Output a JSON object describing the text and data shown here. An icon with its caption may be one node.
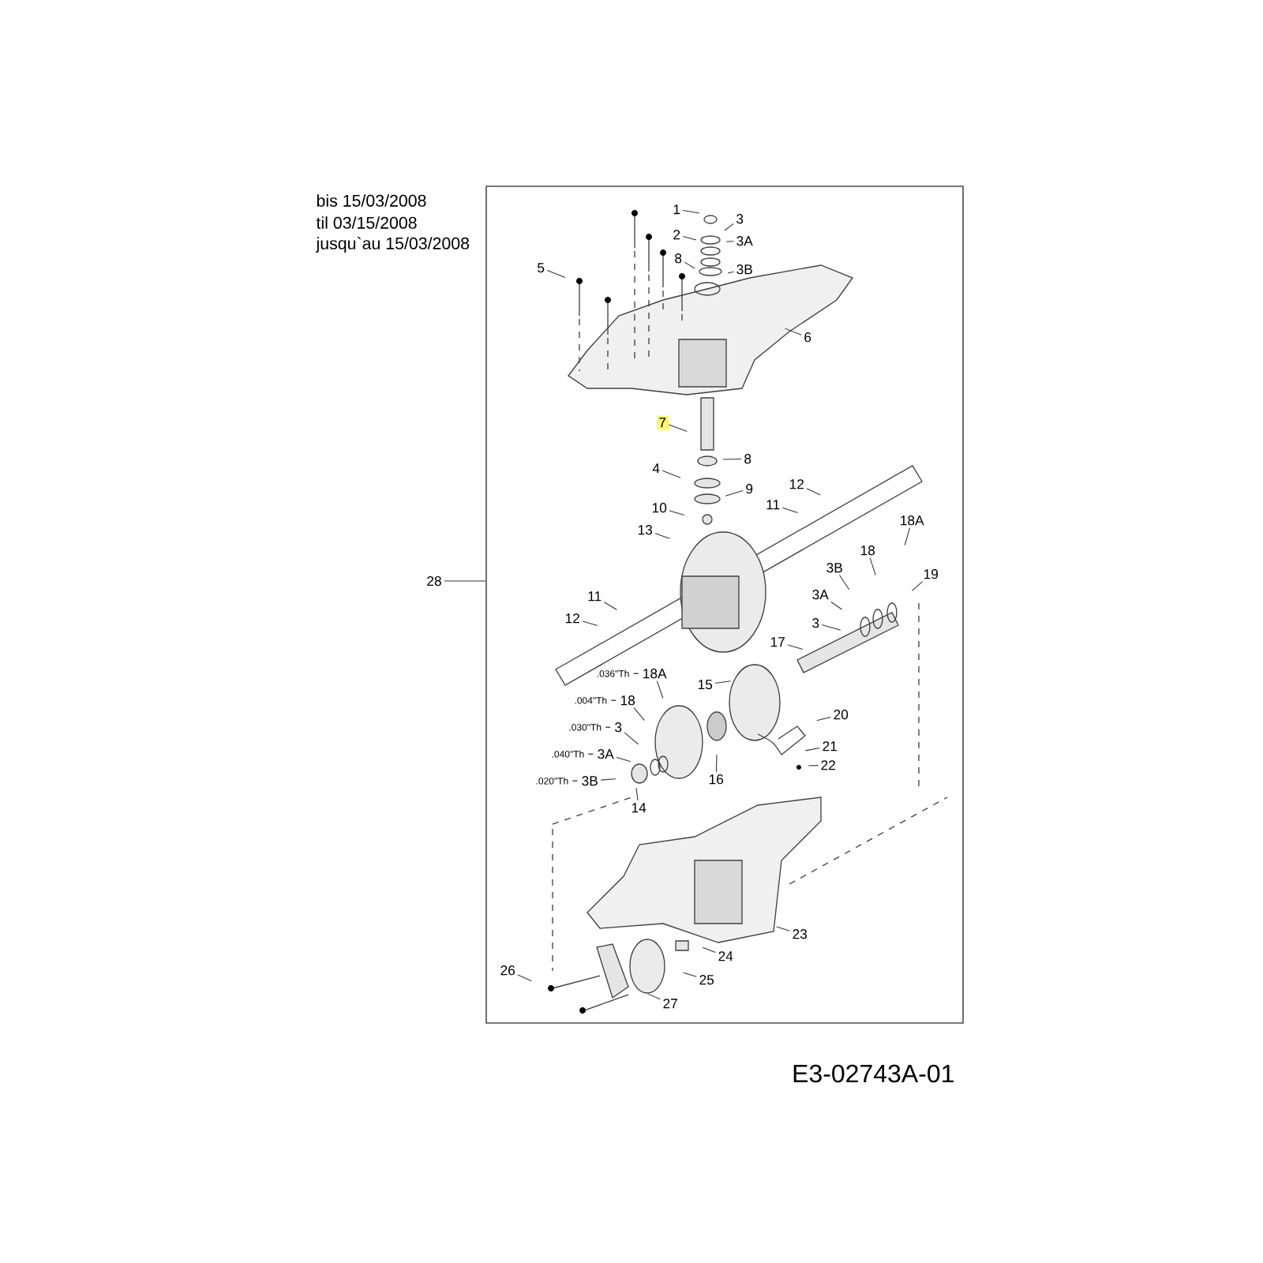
{
  "diagram": {
    "nodes": [
      {
        "text": [],
        "shape": "box"
      },
      {
        "text": [
          "1"
        ],
        "in": 0
      },
      {
        "text": [
          "2"
        ],
        "in": 0
      },
      {
        "text": [
          "3"
        ],
        "in": 0
      },
      {
        "text": [
          "3A"
        ],
        "in": 0
      },
      {
        "text": [
          "3B"
        ],
        "in": 0
      },
      {
        "text": [
          "8"
        ],
        "in": 0
      },
      {
        "text": [
          "5"
        ],
        "in": 0
      },
      {
        "text": [
          "6"
        ],
        "in": 0
      },
      {
        "text": [
          "7"
        ],
        "in": 0
      },
      {
        "text": [
          "8"
        ],
        "in": 0
      },
      {
        "text": [
          "4"
        ],
        "in": 0
      },
      {
        "text": [
          "9"
        ],
        "in": 0
      },
      {
        "text": [
          "10"
        ],
        "in": 0
      },
      {
        "text": [
          "12"
        ],
        "in": 0
      },
      {
        "text": [
          "11"
        ],
        "in": 0
      },
      {
        "text": [
          "13"
        ],
        "in": 0
      },
      {
        "text": [
          "18A"
        ],
        "in": 0
      },
      {
        "text": [
          "18"
        ],
        "in": 0
      },
      {
        "text": [
          "19"
        ],
        "in": 0
      },
      {
        "text": [
          "3B"
        ],
        "in": 0
      },
      {
        "text": [
          "3A"
        ],
        "in": 0
      },
      {
        "text": [
          "3"
        ],
        "in": 0
      },
      {
        "text": [
          "11"
        ],
        "in": 0
      },
      {
        "text": [
          "12"
        ],
        "in": 0
      },
      {
        "text": [
          "17"
        ],
        "in": 0
      },
      {
        "text": [
          "18A"
        ],
        "beside": [
          ".036\"Th"
        ],
        "in": 0
      },
      {
        "text": [
          "15"
        ],
        "in": 0
      },
      {
        "text": [
          "18"
        ],
        "beside": [
          ".004\"Th"
        ],
        "in": 0
      },
      {
        "text": [
          "20"
        ],
        "in": 0
      },
      {
        "text": [
          "3"
        ],
        "beside": [
          ".030\"Th"
        ],
        "in": 0
      },
      {
        "text": [
          "3A"
        ],
        "beside": [
          ".040\"Th"
        ],
        "in": 0
      },
      {
        "text": [
          "21"
        ],
        "in": 0
      },
      {
        "text": [
          "3B"
        ],
        "beside": [
          ".020\"Th"
        ],
        "in": 0
      },
      {
        "text": [
          "22"
        ],
        "in": 0
      },
      {
        "text": [
          "16"
        ],
        "in": 0
      },
      {
        "text": [
          "14"
        ],
        "in": 0
      },
      {
        "text": [
          "23"
        ],
        "in": 0
      },
      {
        "text": [
          "24"
        ],
        "in": 0
      },
      {
        "text": [
          "25"
        ],
        "in": 0
      },
      {
        "text": [
          "26"
        ],
        "in": 0
      },
      {
        "text": [
          "27"
        ],
        "in": 0
      },
      {
        "text": [
          "28"
        ]
      }
    ],
    "edges": [
      {
        "from": 1,
        "to": null,
        "arrow": "none"
      },
      {
        "from": 2,
        "to": null,
        "arrow": "none"
      },
      {
        "from": 3,
        "to": null,
        "arrow": "none"
      },
      {
        "from": 4,
        "to": null,
        "arrow": "none"
      },
      {
        "from": 5,
        "to": null,
        "arrow": "none"
      },
      {
        "from": 6,
        "to": null,
        "arrow": "none"
      },
      {
        "from": 7,
        "to": null,
        "arrow": "none"
      },
      {
        "from": 8,
        "to": null,
        "arrow": "none"
      },
      {
        "from": 9,
        "to": null,
        "arrow": "none"
      },
      {
        "from": 10,
        "to": null,
        "arrow": "none"
      },
      {
        "from": 11,
        "to": null,
        "arrow": "none"
      },
      {
        "from": 12,
        "to": null,
        "arrow": "none"
      },
      {
        "from": 13,
        "to": null,
        "arrow": "none"
      },
      {
        "from": 14,
        "to": null,
        "arrow": "none"
      },
      {
        "from": 15,
        "to": null,
        "arrow": "none"
      },
      {
        "from": 16,
        "to": null,
        "arrow": "none"
      },
      {
        "from": 17,
        "to": null,
        "arrow": "none"
      },
      {
        "from": 18,
        "to": null,
        "arrow": "none"
      },
      {
        "from": 19,
        "to": null,
        "arrow": "none"
      },
      {
        "from": 20,
        "to": null,
        "arrow": "none"
      },
      {
        "from": 21,
        "to": null,
        "arrow": "none"
      },
      {
        "from": 22,
        "to": null,
        "arrow": "none"
      },
      {
        "from": 23,
        "to": null,
        "arrow": "none"
      },
      {
        "from": 24,
        "to": null,
        "arrow": "none"
      },
      {
        "from": 25,
        "to": null,
        "arrow": "none"
      },
      {
        "from": 26,
        "to": null,
        "arrow": "none"
      },
      {
        "from": 27,
        "to": null,
        "arrow": "none"
      },
      {
        "from": 28,
        "to": null,
        "arrow": "none"
      },
      {
        "from": 29,
        "to": null,
        "arrow": "none"
      },
      {
        "from": 30,
        "to": null,
        "arrow": "none"
      },
      {
        "from": 31,
        "to": null,
        "arrow": "none"
      },
      {
        "from": 32,
        "to": null,
        "arrow": "none"
      },
      {
        "from": 33,
        "to": null,
        "arrow": "none"
      },
      {
        "from": 34,
        "to": null,
        "arrow": "none"
      },
      {
        "from": 35,
        "to": null,
        "arrow": "none"
      },
      {
        "from": 36,
        "to": null,
        "arrow": "none"
      },
      {
        "from": 37,
        "to": null,
        "arrow": "none"
      },
      {
        "from": 38,
        "to": null,
        "arrow": "none"
      },
      {
        "from": 39,
        "to": null,
        "arrow": "none"
      },
      {
        "from": 40,
        "to": null,
        "arrow": "none"
      },
      {
        "from": 41,
        "to": null,
        "arrow": "none"
      },
      {
        "from": 42,
        "to": 0,
        "arrow": "none"
      }
    ],
    "labels": [
      "bis 15/03/2008",
      "til 03/15/2008",
      "jusqu`au 15/03/2008",
      "E3-02743A-01"
    ]
  }
}
